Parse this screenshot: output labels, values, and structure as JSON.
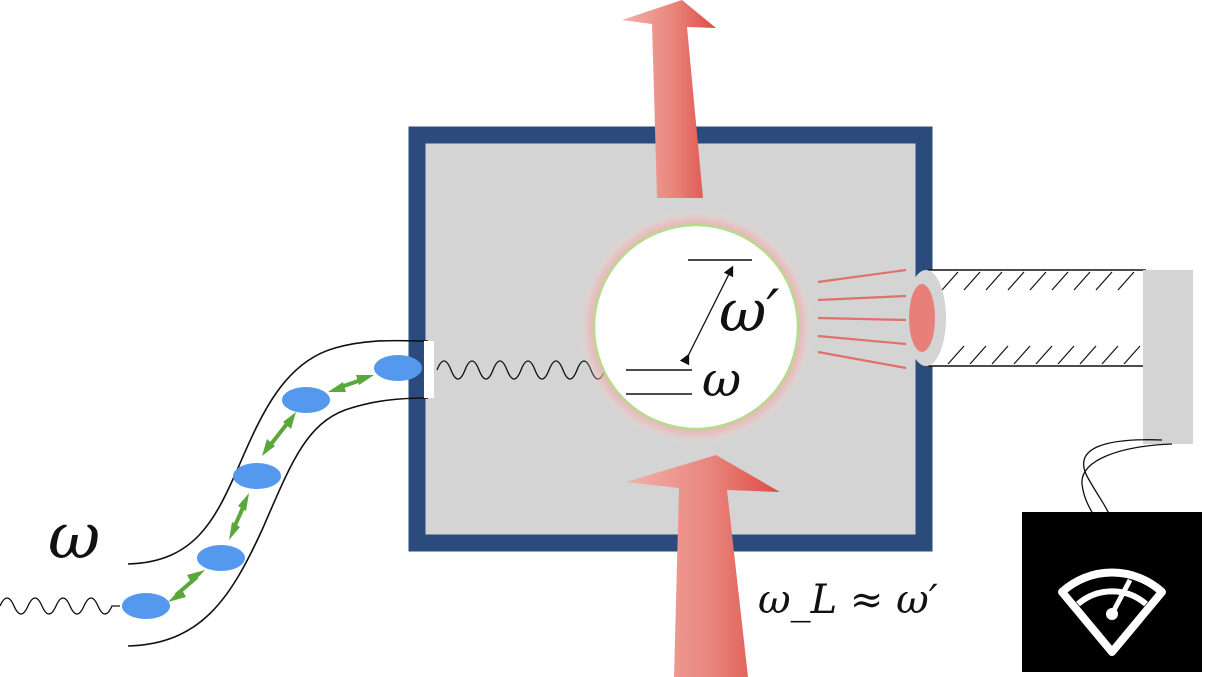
{
  "labels": {
    "omega_input": "ω",
    "omega_upper_level": "ω′",
    "omega_lower_level": "ω",
    "omega_laser": "ω_L ≈ ω′"
  },
  "colors": {
    "box_border": "#2a4b7c",
    "box_fill": "#d4d4d4",
    "beam": "#e0504a",
    "photon_blob": "#5599ee",
    "coupling_arrow": "#5aa83a",
    "atom_glow": "#e89a9a",
    "atom_rim": "#b6db8f",
    "meter_bg": "#000000",
    "meter_icon": "#ffffff"
  },
  "icons": [
    "meter-icon"
  ]
}
